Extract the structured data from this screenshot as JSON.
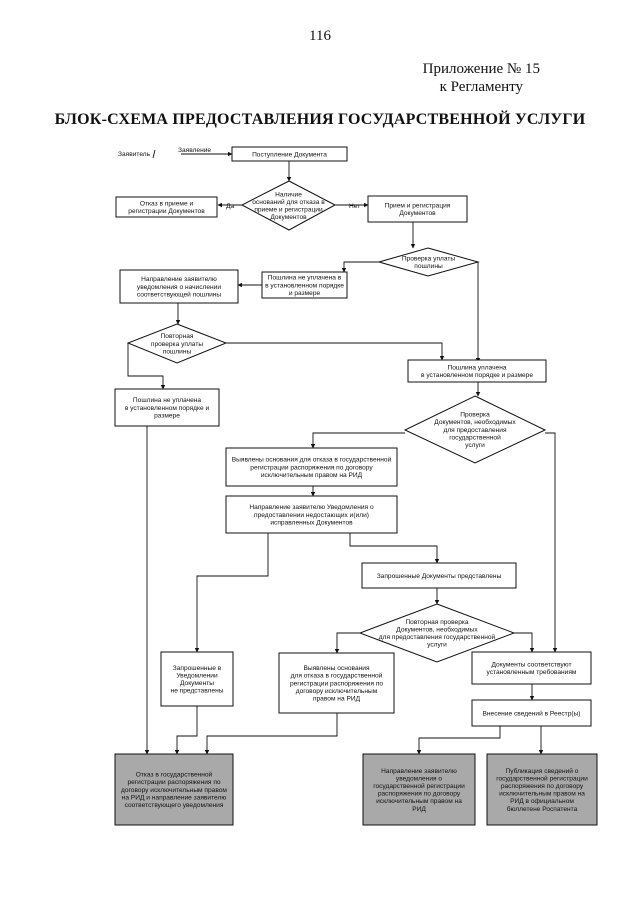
{
  "header": {
    "page_number": "116",
    "appendix_line1": "Приложение № 15",
    "appendix_line2": "к Регламенту",
    "title": "БЛОК-СХЕМА ПРЕДОСТАВЛЕНИЯ ГОСУДАРСТВЕННОЙ УСЛУГИ"
  },
  "edge_labels": {
    "applicant": "Заявитель",
    "application": "Заявление",
    "yes": "Да",
    "no": "Нет"
  },
  "nodes": {
    "receipt": [
      "Поступление Документа"
    ],
    "grounds_check": [
      "Наличие",
      "оснований для отказа в",
      "приеме и регистрации",
      "Документов"
    ],
    "refuse_receipt": [
      "Отказ в приеме и",
      "регистрации Документов"
    ],
    "accept_register": [
      "Прием и регистрация",
      "Документов"
    ],
    "fee_check": [
      "Проверка уплаты",
      "пошлины"
    ],
    "fee_unpaid": [
      "Пошлина не уплачена в",
      "в установленном порядке",
      "и размере"
    ],
    "notify_fee": [
      "Направление заявителю",
      "уведомления о начислении",
      "соответствующей пошлины"
    ],
    "fee_recheck": [
      "Повторная",
      "проверка уплаты",
      "пошлины"
    ],
    "fee_paid": [
      "Пошлина уплачена",
      "в установленном порядке и размере"
    ],
    "fee_unpaid_2": [
      "Пошлина не уплачена",
      "в установленном порядке и",
      "размере"
    ],
    "docs_check": [
      "Проверка",
      "Документов, необходимых",
      "для предоставления",
      "государственной",
      "услуги"
    ],
    "grounds_found": [
      "Выявлены основания для отказа в государственной",
      "регистрации распоряжения по договору",
      "исключительным  правом на РИД"
    ],
    "notify_missing": [
      "Направление заявителю Уведомления о",
      "предоставлении недостающих и(или)",
      "исправленных Документов"
    ],
    "requested_submitted": [
      "Запрошенные  Документы представлены"
    ],
    "docs_recheck": [
      "Повторная проверка",
      "Документов, необходимых",
      "для предоставления государственной",
      "услуги"
    ],
    "requested_not_submitted": [
      "Запрошенные в",
      "Уведомлении",
      "Документы",
      "не представлены"
    ],
    "grounds_found_2": [
      "Выявлены основания",
      "для отказа в государственной",
      "регистрации распоряжения по",
      "договору исключительным",
      "правом на РИД"
    ],
    "docs_ok": [
      "Документы соответствуют",
      "установленным требованиям"
    ],
    "registry_entry": [
      "Внесение сведений в Реестр(ы)"
    ],
    "final_refusal": [
      "Отказ в государственной",
      "регистрации распоряжения по",
      "договору исключительным правом",
      "на РИД и направление заявителю",
      "соответствующего уведомления"
    ],
    "final_notice": [
      "Направление заявителю",
      "уведомления о",
      "государственной регистрации",
      "распоряжения по договору",
      "исключительным  правом на",
      "РИД"
    ],
    "final_publication": [
      "Публикация сведений о",
      "государственной регистрации",
      "распоряжения по договору",
      "исключительным правом на",
      "РИД в официальном",
      "бюллетене Роспатента"
    ]
  }
}
